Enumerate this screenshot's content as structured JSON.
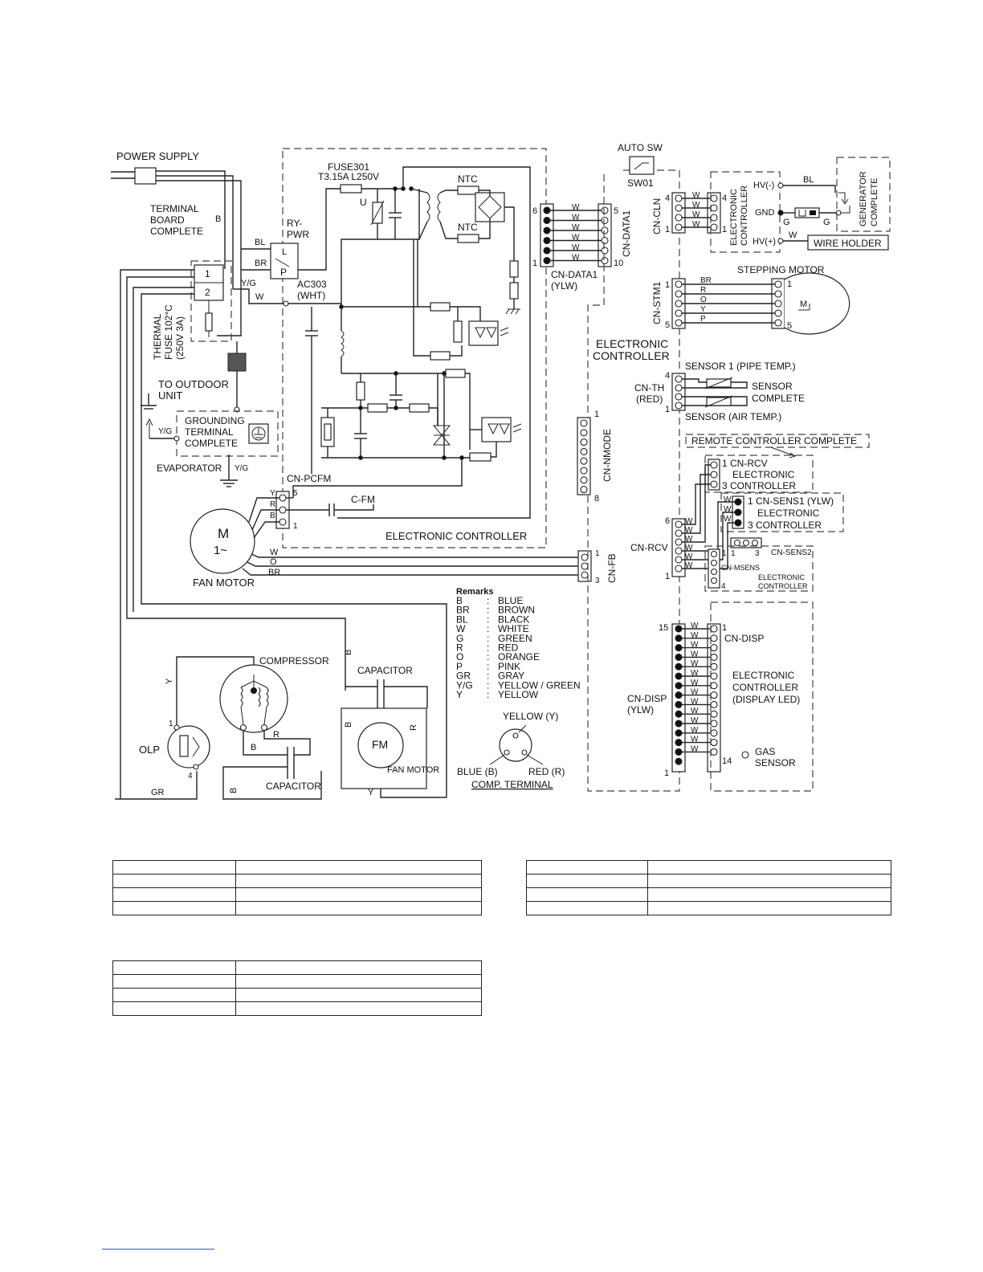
{
  "power": {
    "power_supply": "POWER SUPPLY",
    "terminal_board_1": "TERMINAL",
    "terminal_board_2": "BOARD",
    "terminal_board_3": "COMPLETE",
    "b": "B",
    "term_1": "1",
    "term_2": "2",
    "thermal_fuse_1": "THERMAL",
    "thermal_fuse_2": "FUSE 102°C",
    "thermal_fuse_3": "(250V 3A)",
    "to_outdoor_1": "TO OUTDOOR",
    "to_outdoor_2": "UNIT",
    "grounding_1": "GROUNDING",
    "grounding_2": "TERMINAL",
    "grounding_3": "COMPLETE",
    "evaporator": "EVAPORATOR",
    "yg": "Y/G"
  },
  "main_controller": {
    "fuse_1": "FUSE301",
    "fuse_2": "T3.15A L250V",
    "ry_pwr_1": "RY-",
    "ry_pwr_2": "PWR",
    "relay_l": "L",
    "relay_p": "P",
    "bl": "BL",
    "br": "BR",
    "yg": "Y/G",
    "w": "W",
    "ac303_1": "AC303",
    "ac303_2": "(WHT)",
    "u": "U",
    "ntc_1": "NTC",
    "ntc_2": "NTC",
    "label": "ELECTRONIC CONTROLLER",
    "cn_pcfm": "CN-PCFM",
    "c_fm": "C-FM",
    "pcfm_y": "Y",
    "pcfm_r": "R",
    "pcfm_b": "B",
    "pcfm_5": "5",
    "pcfm_1": "1"
  },
  "fan_motor": {
    "m": "M",
    "phase": "1~",
    "label": "FAN MOTOR",
    "w": "W",
    "o": "O",
    "br": "BR",
    "cn_fb": "CN-FB",
    "fb_1": "1",
    "fb_3": "3"
  },
  "cn_data1": {
    "label": "CN-DATA1",
    "label_2": "CN-DATA1",
    "ylw": "(YLW)",
    "pin_6": "6",
    "pin_1": "1",
    "pin_5": "5",
    "pin_10": "10",
    "w": "W"
  },
  "cn_nmode": {
    "label": "CN-NMODE",
    "pin_1": "1",
    "pin_8": "8"
  },
  "auto_sw": {
    "label": "AUTO SW",
    "sw01": "SW01"
  },
  "cn_cln": {
    "label": "CN-CLN",
    "pin_4": "4",
    "pin_1": "1",
    "pin_4b": "4",
    "pin_1b": "1",
    "w": "W",
    "ec_1": "ELECTRONIC",
    "ec_2": "CONTROLLER",
    "hv_minus": "HV(-)",
    "gnd": "GND",
    "hv_plus": "HV(+)",
    "bl": "BL",
    "g": "G",
    "w_wire": "W",
    "generator_1": "GENERATOR",
    "generator_2": "COMPLETE",
    "wire_holder": "WIRE HOLDER"
  },
  "stepping_motor": {
    "label": "STEPPING MOTOR",
    "cn_stm1": "CN-STM1",
    "pin_1": "1",
    "pin_5": "5",
    "pin_1b": "1",
    "pin_5b": "5",
    "m": "M",
    "colors": [
      "BR",
      "R",
      "O",
      "Y",
      "P"
    ]
  },
  "central_label": {
    "line_1": "ELECTRONIC",
    "line_2": "CONTROLLER"
  },
  "sensors": {
    "cn_th_1": "CN-TH",
    "cn_th_2": "(RED)",
    "pin_4": "4",
    "pin_1": "1",
    "sensor1": "SENSOR 1 (PIPE TEMP.)",
    "sensor_complete_1": "SENSOR",
    "sensor_complete_2": "COMPLETE",
    "sensor_air": "SENSOR (AIR TEMP.)"
  },
  "remote": {
    "title": "REMOTE CONTROLLER COMPLETE",
    "cn_rcv_1": "1  CN-RCV",
    "cn_rcv_2": "ELECTRONIC",
    "cn_rcv_3": "3  CONTROLLER",
    "cn_sens1_1": "1  CN-SENS1 (YLW)",
    "cn_sens1_2": "ELECTRONIC",
    "cn_sens1_3": "3  CONTROLLER",
    "cn_sens2": "CN-SENS2",
    "sens2_1": "1",
    "sens2_3": "3",
    "sens2_1b": "1",
    "cn_msens": "CN-MSENS",
    "msens_ec_1": "ELECTRONIC",
    "msens_ec_2": "CONTROLLER",
    "msens_4": "4",
    "cn_rcv_main": "CN-RCV",
    "pin_6": "6",
    "pin_1": "1",
    "w": "W"
  },
  "display": {
    "cn_disp_top": "CN-DISP",
    "cn_disp_1": "CN-DISP",
    "cn_disp_2": "(YLW)",
    "pin_15": "15",
    "pin_1": "1",
    "pin_1r": "1",
    "pin_14": "14",
    "w": "W",
    "ec_1": "ELECTRONIC",
    "ec_2": "CONTROLLER",
    "ec_3": "(DISPLAY LED)",
    "gas_1": "GAS",
    "gas_2": "SENSOR"
  },
  "remarks": {
    "title": "Remarks",
    "items": [
      {
        "code": "B",
        "name": "BLUE"
      },
      {
        "code": "BR",
        "name": "BROWN"
      },
      {
        "code": "BL",
        "name": "BLACK"
      },
      {
        "code": "W",
        "name": "WHITE"
      },
      {
        "code": "G",
        "name": "GREEN"
      },
      {
        "code": "R",
        "name": "RED"
      },
      {
        "code": "O",
        "name": "ORANGE"
      },
      {
        "code": "P",
        "name": "PINK"
      },
      {
        "code": "GR",
        "name": "GRAY"
      },
      {
        "code": "Y/G",
        "name": "YELLOW / GREEN"
      },
      {
        "code": "Y",
        "name": "YELLOW"
      }
    ]
  },
  "outdoor": {
    "compressor": "COMPRESSOR",
    "olp": "OLP",
    "olp_1": "1",
    "olp_4": "4",
    "y": "Y",
    "gr": "GR",
    "r": "R",
    "b": "B",
    "b2": "B",
    "capacitor_1": "CAPACITOR",
    "capacitor_2": "CAPACITOR",
    "b_fm": "B",
    "r_fm": "R",
    "fm": "FM",
    "fan_motor": "FAN MOTOR",
    "y2": "Y",
    "b_lead": "B",
    "comp_terminal": "COMP. TERMINAL",
    "yellow": "YELLOW (Y)",
    "blue": "BLUE (B)",
    "red": "RED (R)"
  }
}
